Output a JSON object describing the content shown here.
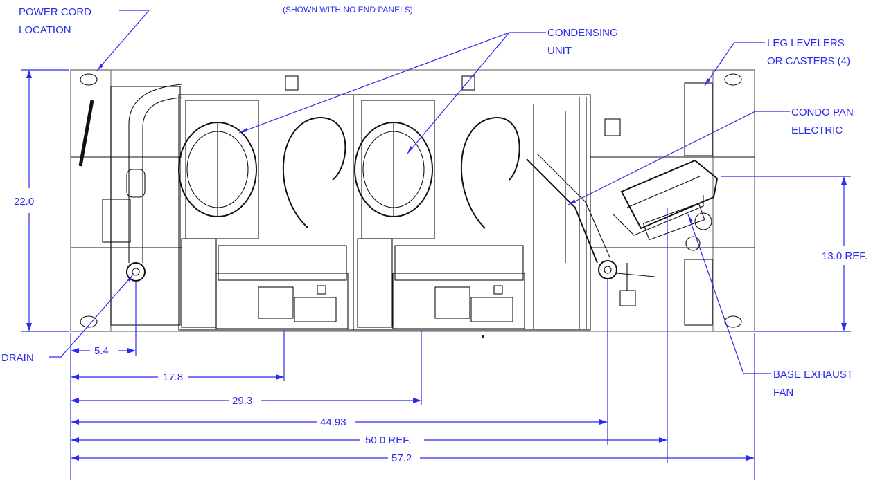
{
  "note": "(SHOWN WITH NO END PANELS)",
  "callouts": {
    "power_cord": [
      "POWER CORD",
      "LOCATION"
    ],
    "condensing_unit": [
      "CONDENSING",
      "UNIT"
    ],
    "leg_levelers": [
      "LEG LEVELERS",
      "OR CASTERS (4)"
    ],
    "condo_pan": [
      "CONDO PAN",
      "ELECTRIC"
    ],
    "drain": "DRAIN",
    "base_exhaust": [
      "BASE EXHAUST",
      "FAN"
    ]
  },
  "dimensions": {
    "height": "22.0",
    "pan_height": "13.0 REF.",
    "d1": "5.4",
    "d2": "17.8",
    "d3": "29.3",
    "d4": "44.93",
    "d5": "50.0 REF.",
    "d6": "57.2"
  },
  "colors": {
    "dimension": "#2a2af0",
    "linework": "#111111",
    "frame": "#8a8a8a"
  }
}
